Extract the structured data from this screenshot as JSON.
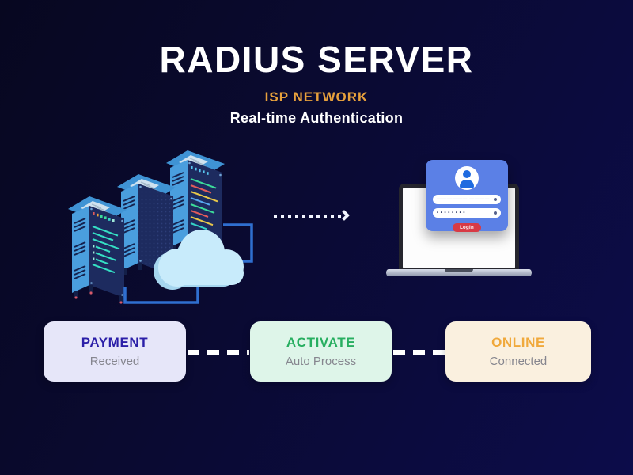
{
  "header": {
    "title": "RADIUS SERVER",
    "subtitle": "ISP NETWORK",
    "tagline": "Real-time Authentication"
  },
  "illustration": {
    "login_card": {
      "username_mask": "—————— ————",
      "password_mask": "• • • • • • • •",
      "button_label": "Login"
    }
  },
  "steps": [
    {
      "title": "PAYMENT",
      "subtitle": "Received",
      "accent": "#2b1fa8",
      "bg": "#e6e6f9"
    },
    {
      "title": "ACTIVATE",
      "subtitle": "Auto Process",
      "accent": "#27ae60",
      "bg": "#def5e9"
    },
    {
      "title": "ONLINE",
      "subtitle": "Connected",
      "accent": "#f0a93c",
      "bg": "#faf0df"
    }
  ],
  "colors": {
    "background_start": "#070720",
    "background_end": "#0c0c4a",
    "title_text": "#ffffff",
    "subtitle_accent": "#e8a13c",
    "login_card_blue": "#5b80e6",
    "login_button_red": "#d83a45",
    "connector_white": "#ffffff",
    "server_light_blue": "#4a9ede",
    "server_dark_panel": "#1d2b5f",
    "cloud_blue": "#c8ebfb"
  }
}
